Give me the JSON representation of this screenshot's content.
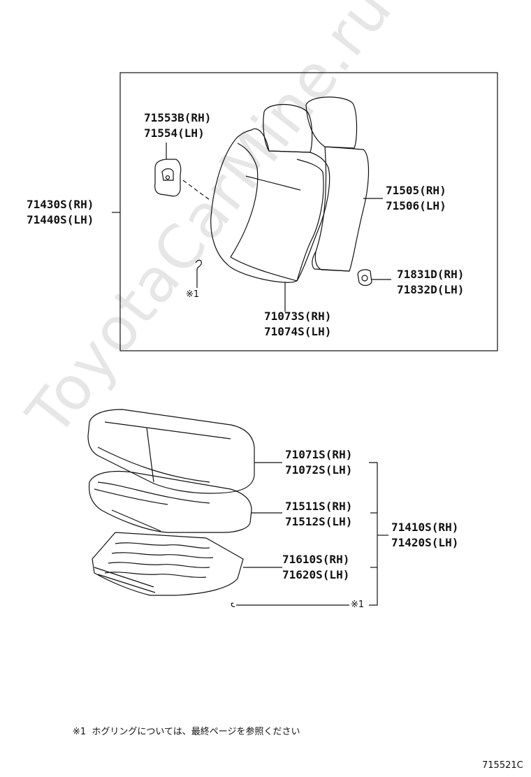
{
  "watermark": "ToyotaCarMine.ru",
  "upper_group": {
    "assy_label": [
      "71430S(RH)",
      "71440S(LH)"
    ],
    "headrest_cover": [
      "71553B(RH)",
      "71554(LH)"
    ],
    "back_board": [
      "71505(RH)",
      "71506(LH)"
    ],
    "clip": [
      "71831D(RH)",
      "71832D(LH)"
    ],
    "back_cover": [
      "71073S(RH)",
      "71074S(LH)"
    ],
    "hogring_ref": "※1"
  },
  "lower_group": {
    "cushion_cover": [
      "71071S(RH)",
      "71072S(LH)"
    ],
    "cushion_pad": [
      "71511S(RH)",
      "71512S(LH)"
    ],
    "spring_frame": [
      "71610S(RH)",
      "71620S(LH)"
    ],
    "cushion_assy": [
      "71410S(RH)",
      "71420S(LH)"
    ],
    "hogring_ref": "※1"
  },
  "footnote": "※1  ホグリングについては、最終ページを参照ください",
  "figure_code": "715521C"
}
